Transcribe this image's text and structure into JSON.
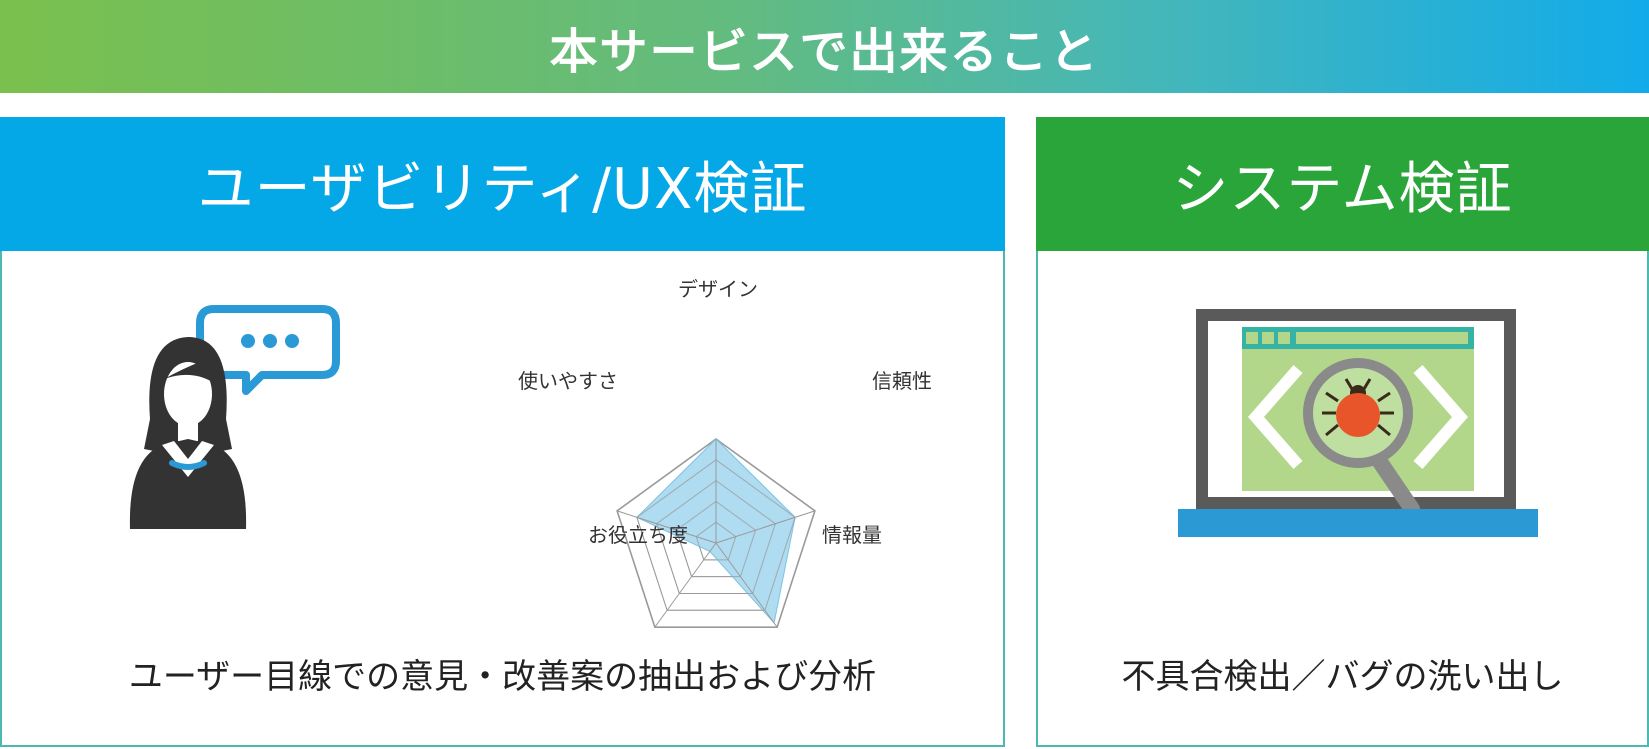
{
  "banner": {
    "title": "本サービスで出来ること"
  },
  "usability_panel": {
    "title": "ユーザビリティ/UX検証",
    "caption": "ユーザー目線での意見・改善案の抽出および分析",
    "icons": [
      "user-speech-icon",
      "radar-chart"
    ]
  },
  "system_panel": {
    "title": "システム検証",
    "caption": "不具合検出／バグの洗い出し",
    "icons": [
      "laptop-bug-search-icon"
    ]
  },
  "colors": {
    "banner_start": "#7ac04d",
    "banner_end": "#12abea",
    "usability_header": "#05a8e6",
    "system_header": "#2aa53a",
    "panel_border": "#4bb9b2",
    "radar_fill": "#a6d8ef",
    "bug": "#e8552b"
  },
  "chart_data": {
    "type": "radar",
    "categories": [
      "デザイン",
      "信頼性",
      "情報量",
      "お役立ち度",
      "使いやすさ"
    ],
    "values": [
      1.0,
      0.8,
      0.95,
      0.1,
      0.8
    ],
    "rlim": [
      0,
      1
    ],
    "rings": 5
  }
}
